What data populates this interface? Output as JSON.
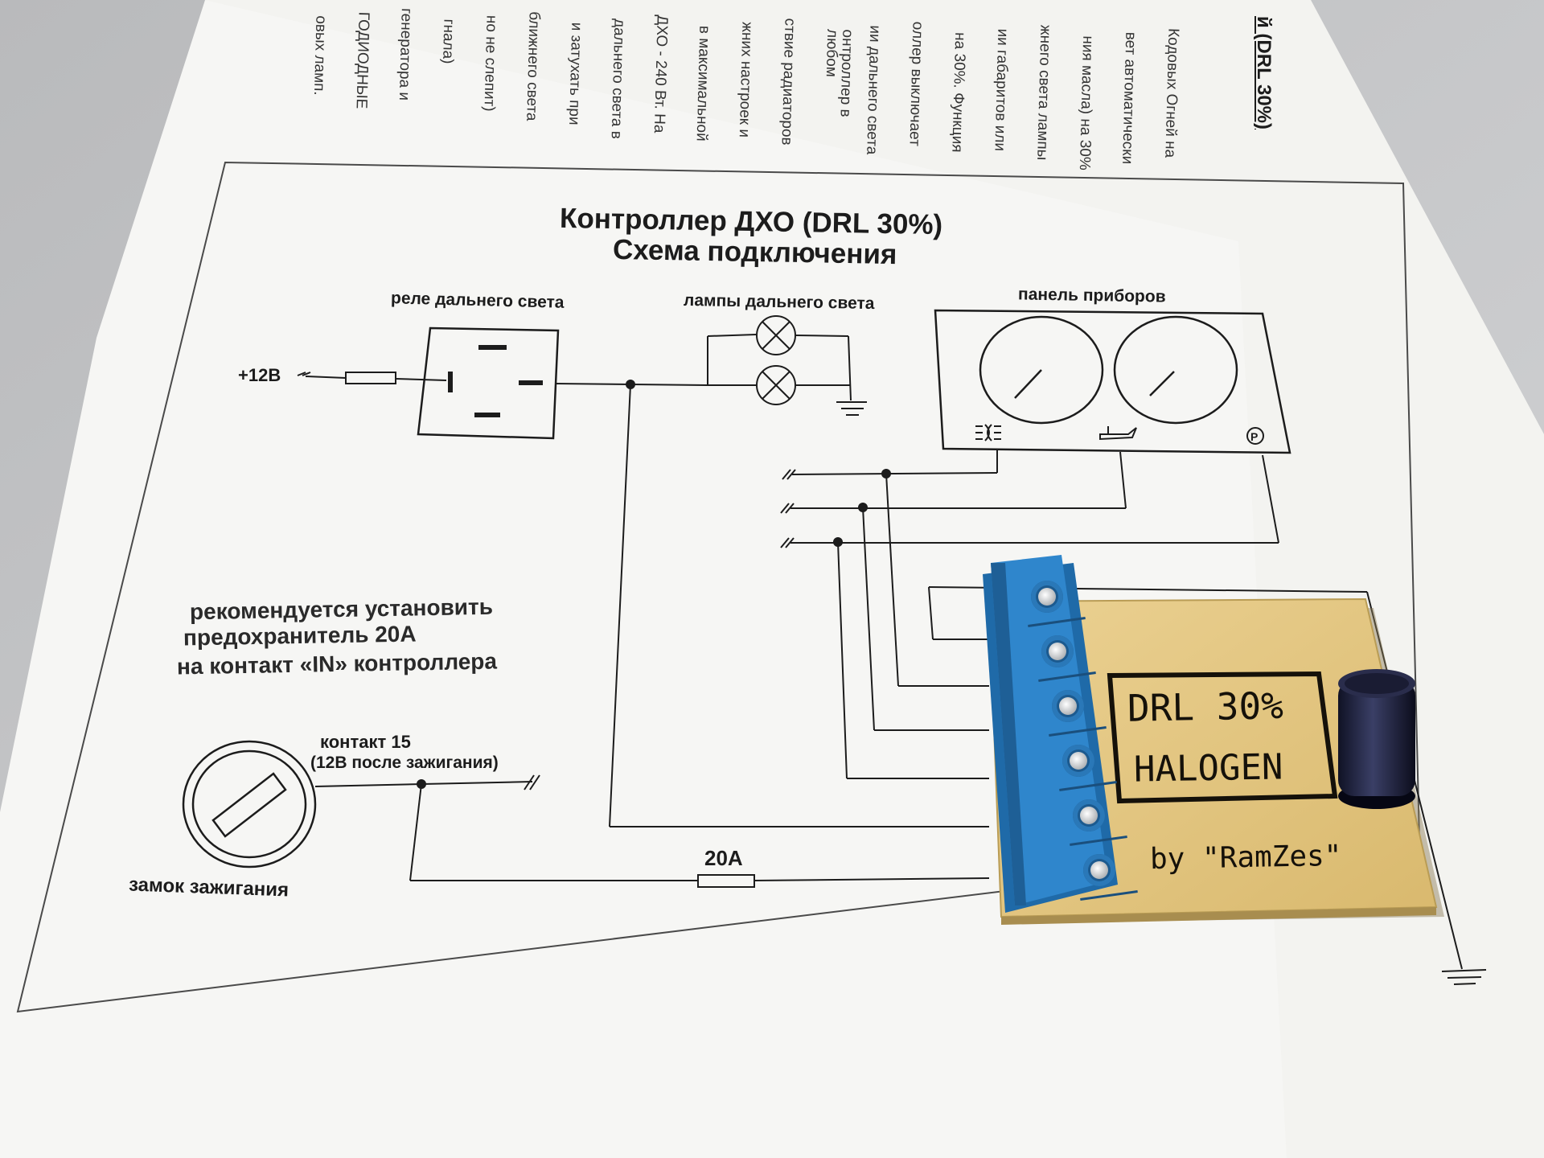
{
  "upper_text": {
    "header_fragment": "й (DRL 30%)",
    "columns": [
      "Кодовых Огней на",
      "вет автоматически",
      "ния масла) на 30%",
      "жнего света лампы",
      "ии габаритов или",
      "на 30%. Функция",
      "оллер выключает",
      "ии дальнего света",
      "онтроллер в любом",
      "ствие радиаторов",
      "жних настроек и",
      "в максимальной",
      "ДХО - 240 Вт. На",
      "дальнего света в",
      "и затухать при",
      "ближнего света",
      "но не слепит)",
      "гнала)",
      "генератора и",
      "ГОДИОДНЫЕ",
      "овых ламп."
    ]
  },
  "diagram": {
    "title_line1": "Контроллер ДХО (DRL 30%)",
    "title_line2": "Схема подключения",
    "relay_label": "реле дальнего света",
    "lamps_label": "лампы дальнего света",
    "panel_label": "панель приборов",
    "supply_label": "+12В",
    "recommend_line1": "рекомендуется установить",
    "recommend_line2": "предохранитель 20А",
    "recommend_line3": "на контакт «IN» контроллера",
    "contact_line1": "контакт 15",
    "contact_line2": "(12В после зажигания)",
    "ignition_label": "замок зажигания",
    "fuse_label": "20A"
  },
  "board": {
    "label_line1": "DRL 30%",
    "label_line2": "HALOGEN",
    "signature": "by \"RamZes\"",
    "terminal_count": 6
  },
  "colors": {
    "terminal_block": "#2f86cc",
    "pcb": "#e4c884",
    "paper": "#f6f6f4"
  }
}
